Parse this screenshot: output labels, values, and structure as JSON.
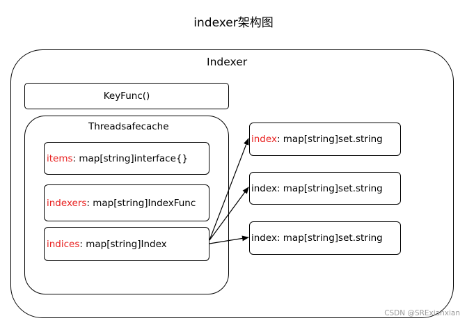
{
  "title": "indexer架构图",
  "indexer": {
    "label": "Indexer"
  },
  "keyfunc": {
    "label": "KeyFunc()"
  },
  "cache": {
    "label": "Threadsafecache",
    "fields": [
      {
        "key": "items",
        "value": ": map[string]interface{}"
      },
      {
        "key": "indexers",
        "value": ": map[string]IndexFunc"
      },
      {
        "key": "indices",
        "value": ": map[string]Index"
      }
    ]
  },
  "index_boxes": [
    {
      "key": "index",
      "value": ": map[string]set.string",
      "key_highlight": true
    },
    {
      "key": "index",
      "value": ": map[string]set.string",
      "key_highlight": false
    },
    {
      "key": "index",
      "value": ": map[string]set.string",
      "key_highlight": false
    }
  ],
  "watermark": "CSDN @SRExianxian",
  "colors": {
    "highlight": "#e8201f",
    "stroke": "#000000"
  }
}
